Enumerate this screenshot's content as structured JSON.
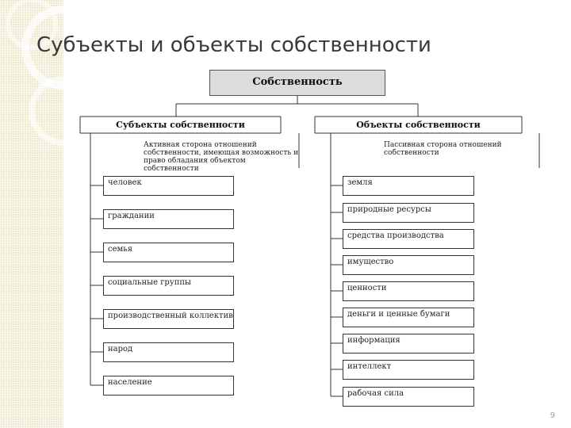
{
  "title": "Субъекты и объекты собственности",
  "root": "Собственность",
  "subjects": {
    "heading": "Субъекты собственности",
    "note": "Активная сторона отношений собственности, имеющая возможность и право обладания объектом собственности",
    "items": [
      "человек",
      "граждании",
      "семья",
      "социальные группы",
      "производственный коллектив",
      "народ",
      "население"
    ]
  },
  "objects": {
    "heading": "Объекты собственности",
    "note": "Пассивная сторона отношений собственности",
    "items": [
      "земля",
      "природные ресурсы",
      "средства производства",
      "имущество",
      "ценности",
      "деньги и ценные бумаги",
      "информация",
      "интеллект",
      "рабочая сила"
    ]
  },
  "page_number": "9"
}
